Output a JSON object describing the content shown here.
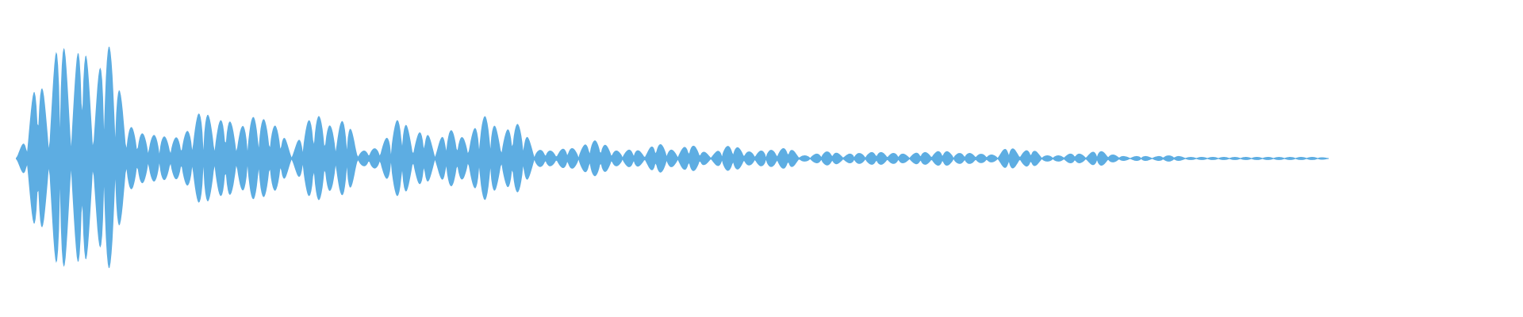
{
  "waveform": {
    "color": "#5dade2",
    "envelope": [
      0.01,
      0.15,
      0.62,
      0.22,
      1.0,
      0.3,
      0.95,
      0.25,
      0.82,
      0.6,
      0.22,
      0.18,
      0.14,
      0.16,
      0.12,
      0.15,
      0.2,
      0.36,
      0.18,
      0.3,
      0.16,
      0.25,
      0.28,
      0.22,
      0.2,
      0.03,
      0.18,
      0.3,
      0.24,
      0.18,
      0.29,
      0.04,
      0.06,
      0.07,
      0.18,
      0.3,
      0.1,
      0.22,
      0.05,
      0.2,
      0.16,
      0.11,
      0.26,
      0.28,
      0.12,
      0.24,
      0.2,
      0.05,
      0.06,
      0.04,
      0.08,
      0.05,
      0.12,
      0.11,
      0.06,
      0.04,
      0.07,
      0.03,
      0.11,
      0.07,
      0.04,
      0.1,
      0.06,
      0.02,
      0.07,
      0.09,
      0.05,
      0.04,
      0.06,
      0.05,
      0.08,
      0.02,
      0.02,
      0.04,
      0.05,
      0.02,
      0.04,
      0.03,
      0.05,
      0.03,
      0.04,
      0.02,
      0.05,
      0.03,
      0.06,
      0.03,
      0.04,
      0.03,
      0.03,
      0.02,
      0.09,
      0.03,
      0.07,
      0.02,
      0.02,
      0.02,
      0.04,
      0.02,
      0.06,
      0.03,
      0.02,
      0.01,
      0.02,
      0.01,
      0.02,
      0.02,
      0.01,
      0.01,
      0.01,
      0.01,
      0.01,
      0.01,
      0.01,
      0.01,
      0.01,
      0.01,
      0.01,
      0.01,
      0.01,
      0.005
    ]
  }
}
